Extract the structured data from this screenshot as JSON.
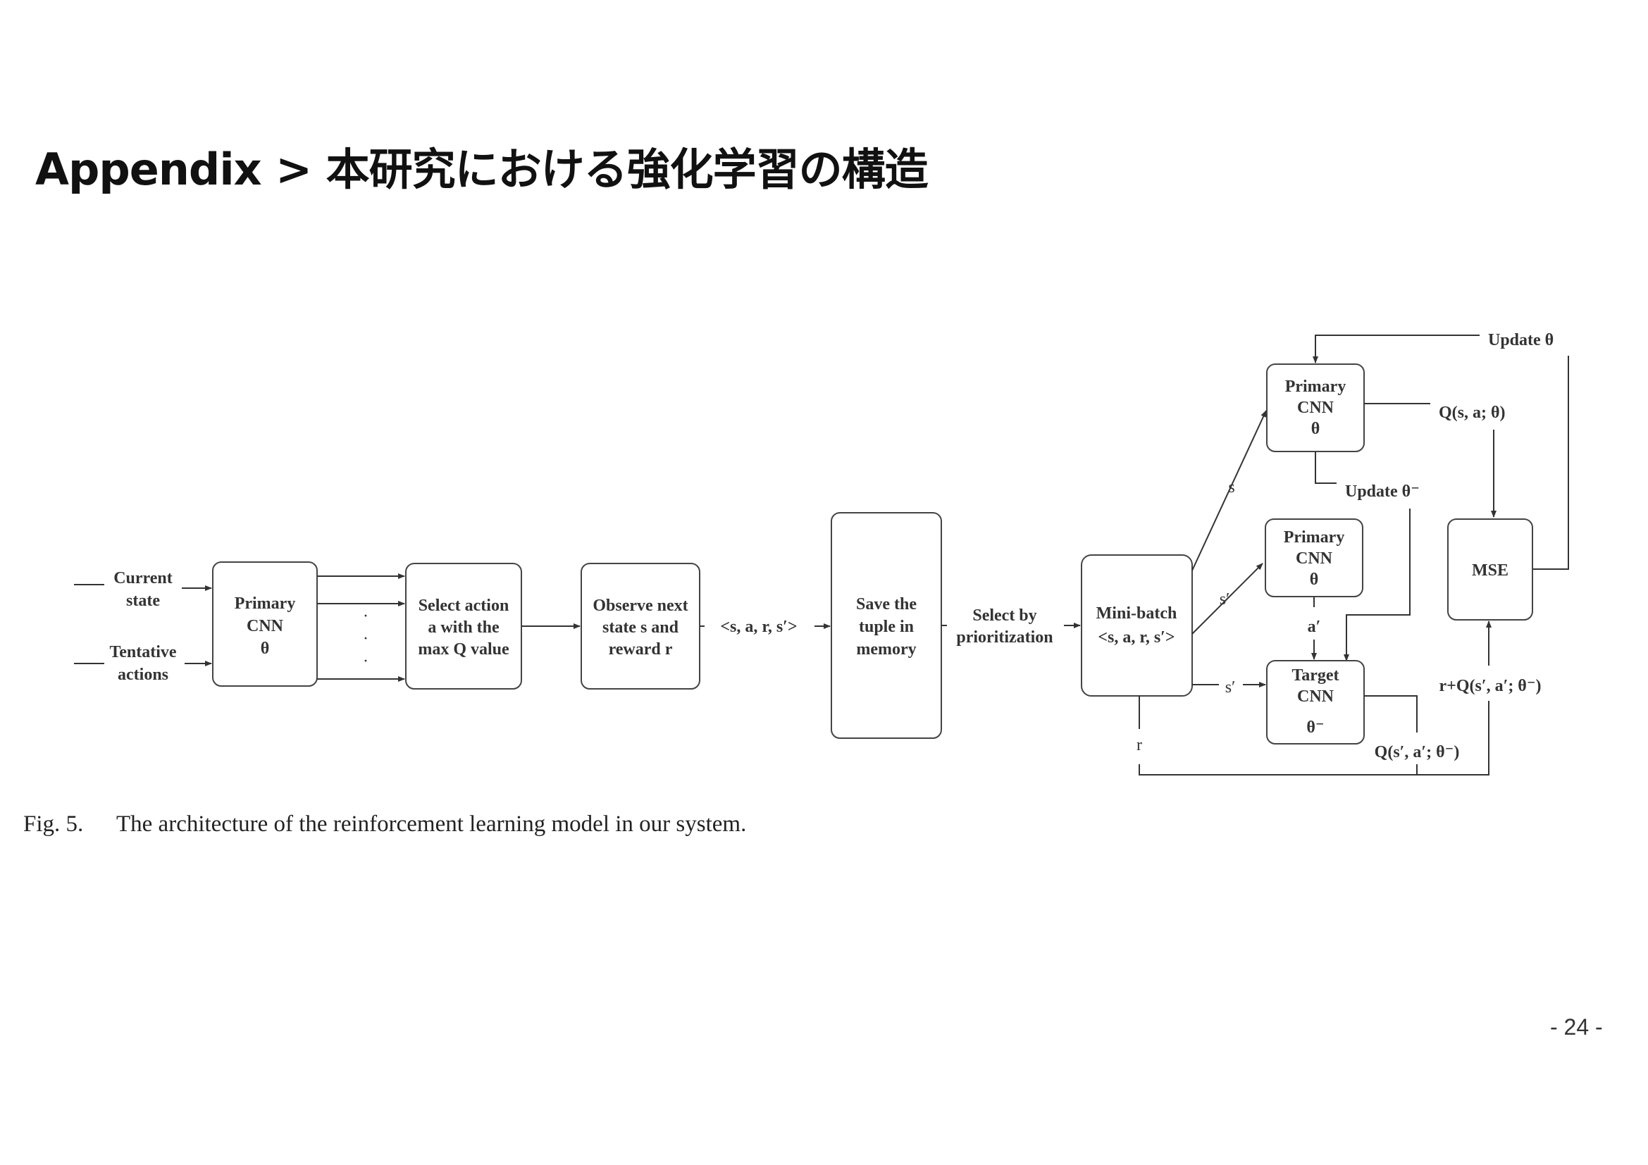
{
  "slide": {
    "title": "Appendix > 本研究における強化学習の構造",
    "page_number": "- 24 -"
  },
  "caption": {
    "figure_number": "Fig. 5.",
    "text": "The architecture of the reinforcement learning model in our system."
  },
  "diagram": {
    "inputs": {
      "current_state": [
        "Current",
        "state"
      ],
      "tentative_actions": [
        "Tentative",
        "actions"
      ]
    },
    "nodes": {
      "primary_cnn_input": [
        "Primary",
        "CNN",
        "θ"
      ],
      "select_action": [
        "Select action",
        "a with the",
        "max Q value"
      ],
      "observe_next": [
        "Observe next",
        "state s and",
        "reward r"
      ],
      "save_tuple": [
        "Save the",
        "tuple in",
        "memory"
      ],
      "mini_batch": [
        "Mini-batch",
        "<s, a, r, s′>"
      ],
      "primary_cnn_top": [
        "Primary",
        "CNN",
        "θ"
      ],
      "primary_cnn_mid": [
        "Primary",
        "CNN",
        "θ"
      ],
      "target_cnn": [
        "Target",
        "CNN",
        "θ⁻"
      ],
      "mse": [
        "MSE"
      ]
    },
    "edge_labels": {
      "tuple": "<s, a, r, s′>",
      "select_by_prioritization": [
        "Select by",
        "prioritization"
      ],
      "s": "s",
      "s_prime_mid": "s′",
      "s_prime_target": "s′",
      "a_prime": "a′",
      "r": "r",
      "update_theta": "Update θ",
      "update_theta_minus": "Update θ⁻",
      "q_primary": "Q(s, a; θ)",
      "q_target": "Q(s′, a′; θ⁻)",
      "target_value": "r+Q(s′, a′; θ⁻)",
      "dots": "·"
    }
  }
}
